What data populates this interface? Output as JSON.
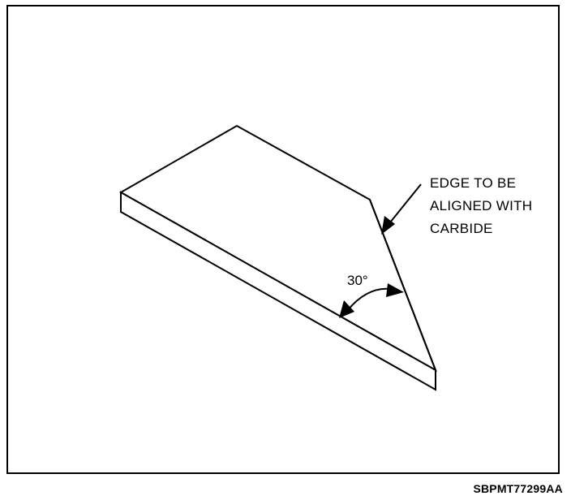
{
  "callout": {
    "line1": "EDGE TO BE",
    "line2": "ALIGNED WITH",
    "line3": "CARBIDE"
  },
  "angle": {
    "label": "30°"
  },
  "figure_id": "SBPMT77299AA",
  "colors": {
    "ink": "#000000",
    "paper": "#ffffff"
  }
}
